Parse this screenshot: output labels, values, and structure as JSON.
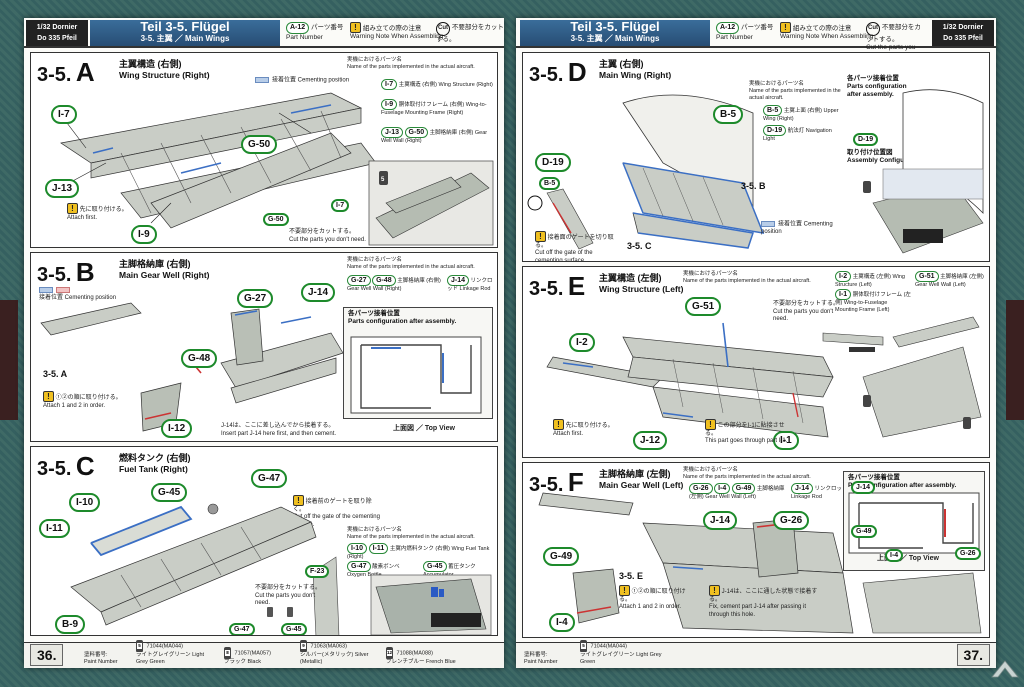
{
  "header": {
    "model_line1": "1/32 Dornier",
    "model_line2": "Do 335 Pfeil",
    "title_main": "Teil 3-5. Flügel",
    "title_sub": "3-5. 主翼 ／ Main Wings",
    "legend_part_code": "A-12",
    "legend_part_jp": "パーツ番号",
    "legend_part_en": "Part Number",
    "legend_warn_jp": "組み立ての際の注意",
    "legend_warn_en": "Warning Note When Assembling",
    "legend_cut_icon": "Cut",
    "legend_cut_jp": "不要部分をカットする。",
    "legend_cut_en": "Cut the parts you don't need"
  },
  "left_page": {
    "page_number": "36.",
    "sections": {
      "A": {
        "num": "3-5.",
        "letter": "A",
        "jp": "主翼構造 (右側)",
        "en": "Wing Structure (Right)",
        "cementing": "接着位置 Cementing position",
        "parts_jp": "実機におけるパーツ名",
        "parts_en": "Name of the parts implemented in the actual aircraft.",
        "parts": [
          {
            "code": "I-7",
            "jp": "主翼構造 (右側)",
            "en": "Wing Structure (Right)"
          },
          {
            "code": "I-9",
            "jp": "胴体取付けフレーム (右側)",
            "en": "Wing-to-Fuselage Mounting Frame (Right)"
          },
          {
            "code": "J-13",
            "code2": "G-50",
            "jp": "主脚格納庫 (右側)",
            "en": "Gear Well Wall (Right)"
          }
        ],
        "callouts": [
          "I-7",
          "G-50",
          "J-13",
          "I-9",
          "G-50",
          "I-7"
        ],
        "note_jp": "先に取り付ける。",
        "note_en": "Attach first.",
        "cut_note_jp": "不要部分をカットする。",
        "cut_note_en": "Cut the parts you don't need."
      },
      "B": {
        "num": "3-5.",
        "letter": "B",
        "jp": "主脚格納庫 (右側)",
        "en": "Main Gear Well (Right)",
        "cementing": "接着位置 Cementing position",
        "parts_jp": "実機におけるパーツ名",
        "parts_en": "Name of the parts implemented in the actual aircraft.",
        "parts": [
          {
            "code": "G-27",
            "jp": "主脚格納庫 (右側)",
            "en": "Gear Well Wall (Right)"
          },
          {
            "code": "G-48",
            "jp": "",
            "en": ""
          },
          {
            "code": "J-14",
            "jp": "リンクロッド",
            "en": "Linkage Rod"
          }
        ],
        "config_jp": "各パーツ接着位置",
        "config_en": "Parts configuration after assembly.",
        "callouts": [
          "G-27",
          "J-14",
          "G-48",
          "I-12"
        ],
        "ref": "3-5. A",
        "note_jp": "①②の順に取り付ける。",
        "note_en": "Attach 1 and 2 in order.",
        "insert_jp": "J-14は、ここに差し込んでから接着する。",
        "insert_en": "Insert part J-14 here first, and then cement.",
        "top_view": "上面図 ／ Top View"
      },
      "C": {
        "num": "3-5.",
        "letter": "C",
        "jp": "燃料タンク (右側)",
        "en": "Fuel Tank (Right)",
        "parts_jp": "実機におけるパーツ名",
        "parts_en": "Name of the parts implemented in the actual aircraft.",
        "parts": [
          {
            "code": "I-10",
            "code2": "I-11",
            "jp": "主翼内燃料タンク (右側)",
            "en": "Wing Fuel Tank (Right)"
          },
          {
            "code": "G-47",
            "jp": "酸素ボンベ",
            "en": "Oxygen Bottle"
          },
          {
            "code": "G-45",
            "jp": "蓄圧タンク",
            "en": "Accumulator"
          }
        ],
        "callouts": [
          "I-10",
          "G-45",
          "G-47",
          "I-11",
          "B-9",
          "F-23",
          "G-47",
          "G-45"
        ],
        "gate_note_jp": "接着前のゲートを取り除く。",
        "gate_note_en": "Cut off the gate of the cementing surface.",
        "cut_note_jp": "不要部分をカットする。",
        "cut_note_en": "Cut the parts you don't need."
      }
    },
    "paints": [
      {
        "num": "5",
        "code": "71044(MA044)",
        "jp": "ライトグレイグリーン",
        "en": "Light Grey Green"
      },
      {
        "num": "8",
        "code": "71057(MA057)",
        "jp": "ブラック",
        "en": "Black"
      },
      {
        "num": "9",
        "code": "71063(MA063)",
        "jp": "シルバー(メタリック)",
        "en": "Silver (Metallic)"
      },
      {
        "num": "12",
        "code": "71088(MA088)",
        "jp": "フレンチブルー",
        "en": "French Blue"
      }
    ],
    "paint_label_jp": "塗料番号:",
    "paint_label_en": "Paint Number"
  },
  "right_page": {
    "page_number": "37.",
    "sections": {
      "D": {
        "num": "3-5.",
        "letter": "D",
        "jp": "主翼 (右側)",
        "en": "Main Wing (Right)",
        "parts_jp": "実機におけるパーツ名",
        "parts_en": "Name of the parts implemented in the actual aircraft.",
        "parts": [
          {
            "code": "B-5",
            "jp": "主翼上面 (右側)",
            "en": "Upper Wing (Right)"
          },
          {
            "code": "D-19",
            "jp": "航法灯",
            "en": "Navigation Light"
          }
        ],
        "config_jp": "各パーツ接着位置",
        "config_en": "Parts configuration after assembly.",
        "config2_jp": "取り付け位置図",
        "config2_en": "Assembly Configuration",
        "callouts": [
          "B-5",
          "D-19",
          "B-5",
          "D-19"
        ],
        "ref_b": "3-5. B",
        "ref_c": "3-5. C",
        "gate_note_jp": "接着面のゲートを切り取る。",
        "gate_note_en": "Cut off the gate of the cementing surface.",
        "cementing": "接着位置 Cementing position"
      },
      "E": {
        "num": "3-5.",
        "letter": "E",
        "jp": "主翼構造 (左側)",
        "en": "Wing Structure (Left)",
        "parts_jp": "実機におけるパーツ名",
        "parts_en": "Name of the parts implemented in the actual aircraft.",
        "parts": [
          {
            "code": "I-2",
            "jp": "主翼構造 (左側)",
            "en": "Wing Structure (Left)"
          },
          {
            "code": "I-1",
            "jp": "胴体取付けフレーム (左側)",
            "en": "Wing-to-Fuselage Mounting Frame (Left)"
          },
          {
            "code": "G-51",
            "jp": "主脚格納庫 (左側)",
            "en": "Gear Well Wall (Left)"
          }
        ],
        "callouts": [
          "G-51",
          "I-2",
          "J-12",
          "I-1"
        ],
        "cut_note_jp": "不要部分をカットする。",
        "cut_note_en": "Cut the parts you don't need.",
        "note_jp": "先に取り付ける。",
        "note_en": "Attach first.",
        "part_note_jp": "この部分をI-1に貼接させる。",
        "part_note_en": "This part goes through part I-1."
      },
      "F": {
        "num": "3-5.",
        "letter": "F",
        "jp": "主脚格納庫 (左側)",
        "en": "Main Gear Well (Left)",
        "parts_jp": "実機におけるパーツ名",
        "parts_en": "Name of the parts implemented in the actual aircraft.",
        "parts": [
          {
            "code": "G-26",
            "code2": "I-4",
            "jp": "主脚格納庫 (左側)",
            "en": "Gear Well Wall (Left)"
          },
          {
            "code": "G-49",
            "jp": "",
            "en": ""
          },
          {
            "code": "J-14",
            "jp": "リンクロッド",
            "en": "Linkage Rod"
          }
        ],
        "config_jp": "各パーツ接着位置",
        "config_en": "Parts configuration after assembly.",
        "callouts": [
          "J-14",
          "G-26",
          "G-49",
          "I-4",
          "J-14",
          "G-49",
          "I-4",
          "G-26"
        ],
        "ref": "3-5. E",
        "note_jp": "①②の順に取り付ける。",
        "note_en": "Attach 1 and 2 in order.",
        "fix_jp": "J-14は、ここに通した状態で接着する。",
        "fix_en": "Fix, cement part J-14 after passing it through this hole.",
        "top_view": "上面図 ／ Top View"
      }
    },
    "paints": [
      {
        "num": "5",
        "code": "71044(MA044)",
        "jp": "ライトグレイグリーン",
        "en": "Light Grey Green"
      }
    ],
    "paint_label_jp": "塗料番号:",
    "paint_label_en": "Paint Number"
  },
  "colors": {
    "frame": "#3f6a66",
    "callout_border": "#1d8a2b",
    "title_blue": "#274d74",
    "cement_blue": "#b8cde8",
    "part_grey": "#a9b2aa"
  }
}
